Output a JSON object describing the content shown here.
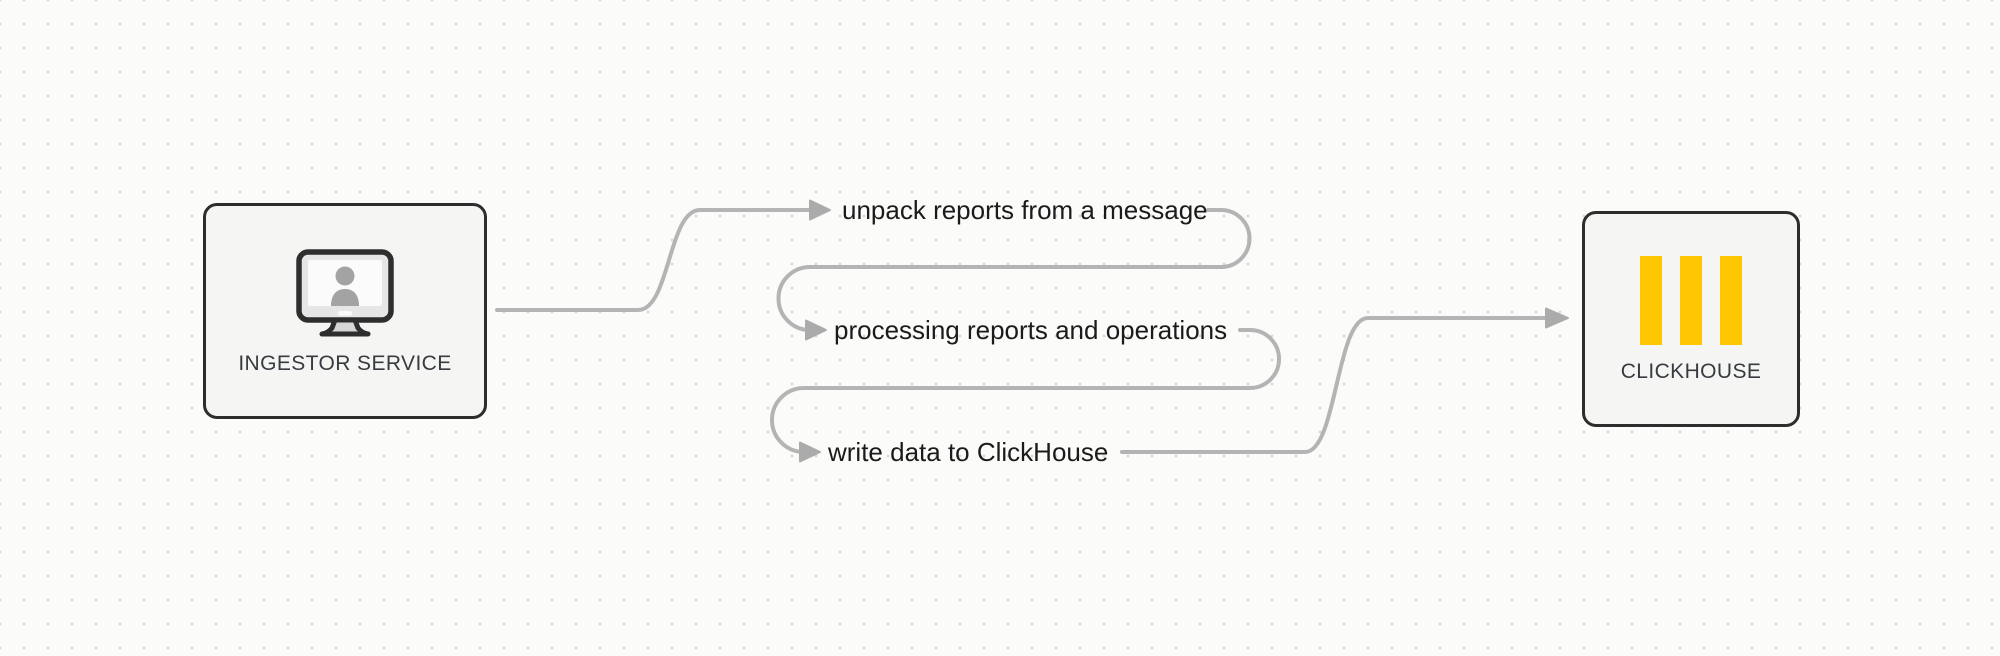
{
  "nodes": {
    "ingestor": {
      "label": "INGESTOR SERVICE",
      "icon": "monitor-user-icon"
    },
    "clickhouse": {
      "label": "CLICKHOUSE",
      "icon": "clickhouse-bars-icon"
    }
  },
  "steps": [
    {
      "label": "unpack reports from a message"
    },
    {
      "label": "processing reports and operations"
    },
    {
      "label": "write data to ClickHouse"
    }
  ],
  "colors": {
    "background": "#fbfbfa",
    "grid_dot": "#d9d9d9",
    "connector": "#b4b4b4",
    "arrowhead": "#ababab",
    "node_border": "#2d2d2d",
    "node_fill": "#f5f6f4",
    "clickhouse_yellow": "#fec702",
    "label_text": "#1b1b1b",
    "node_label_text": "#383c40"
  }
}
